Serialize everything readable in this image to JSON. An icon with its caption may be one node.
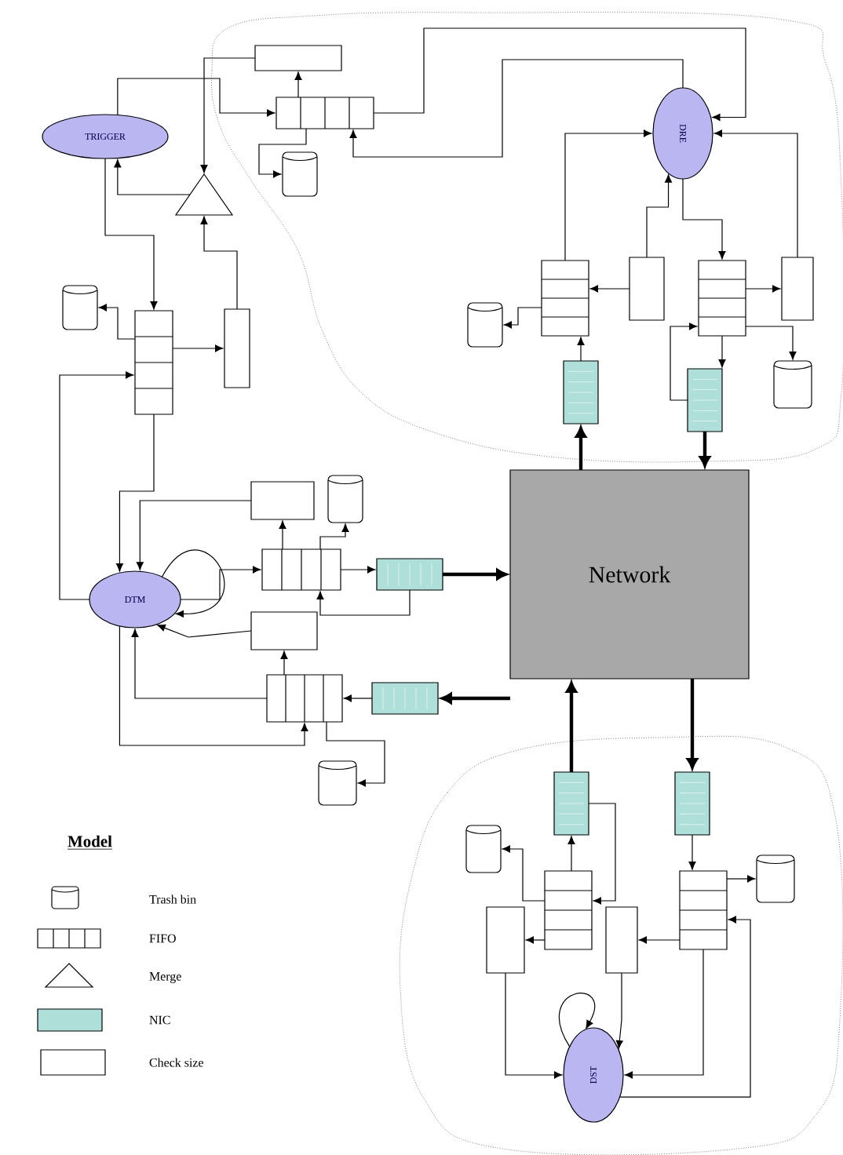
{
  "diagram": {
    "nodes": [
      {
        "text": [],
        "shape": "cloud"
      },
      {
        "text": [
          "TRIGGER"
        ]
      },
      {
        "text": [],
        "shape": "box",
        "in": 0
      },
      {
        "text": [],
        "shape": "box",
        "in": 0
      },
      {
        "text": [],
        "shape": "cylinder",
        "in": 0
      },
      {
        "text": [],
        "shape": "triangle"
      },
      {
        "text": [
          "DRE"
        ],
        "in": 0
      },
      {
        "text": [],
        "shape": "box",
        "in": 0
      },
      {
        "text": [],
        "shape": "box",
        "in": 0
      },
      {
        "text": [],
        "shape": "box",
        "in": 0
      },
      {
        "text": [],
        "shape": "box",
        "in": 0
      },
      {
        "text": [],
        "shape": "cylinder",
        "in": 0
      },
      {
        "text": [],
        "shape": "cylinder",
        "in": 0
      },
      {
        "text": [],
        "shape": "box",
        "in": 0
      },
      {
        "text": [],
        "shape": "box",
        "in": 0
      },
      {
        "text": [
          "Network"
        ]
      },
      {
        "text": [],
        "shape": "cylinder"
      },
      {
        "text": [],
        "shape": "box"
      },
      {
        "text": [],
        "shape": "box"
      },
      {
        "text": [
          "DTM"
        ]
      },
      {
        "text": [],
        "shape": "box"
      },
      {
        "text": [],
        "shape": "cylinder"
      },
      {
        "text": [],
        "shape": "box"
      },
      {
        "text": [],
        "shape": "box"
      },
      {
        "text": [],
        "shape": "box"
      },
      {
        "text": [],
        "shape": "box"
      },
      {
        "text": [],
        "shape": "box"
      },
      {
        "text": [],
        "shape": "cylinder"
      },
      {
        "text": [],
        "shape": "cloud"
      },
      {
        "text": [],
        "shape": "box",
        "in": 28
      },
      {
        "text": [],
        "shape": "box",
        "in": 28
      },
      {
        "text": [],
        "shape": "cylinder",
        "in": 28
      },
      {
        "text": [],
        "shape": "cylinder",
        "in": 28
      },
      {
        "text": [],
        "shape": "box",
        "in": 28
      },
      {
        "text": [],
        "shape": "box",
        "in": 28
      },
      {
        "text": [],
        "shape": "box",
        "in": 28
      },
      {
        "text": [],
        "shape": "box",
        "in": 28
      },
      {
        "text": [
          "DST"
        ],
        "in": 28
      }
    ],
    "edges": [
      {
        "from": 2,
        "to": 5,
        "arrow": "to"
      },
      {
        "from": 5,
        "to": 1,
        "arrow": "to"
      },
      {
        "from": 1,
        "to": 3,
        "arrow": "to"
      },
      {
        "from": 3,
        "to": 2,
        "arrow": "to"
      },
      {
        "from": 3,
        "to": 4,
        "arrow": "to"
      },
      {
        "from": 3,
        "to": 6,
        "arrow": "to"
      },
      {
        "from": 6,
        "to": 3,
        "arrow": "to"
      },
      {
        "from": 7,
        "to": 6,
        "arrow": "to"
      },
      {
        "from": 8,
        "to": 6,
        "arrow": "to"
      },
      {
        "from": 10,
        "to": 6,
        "arrow": "to"
      },
      {
        "from": 6,
        "to": 9,
        "arrow": "to"
      },
      {
        "from": 8,
        "to": 7,
        "arrow": "to"
      },
      {
        "from": 9,
        "to": 10,
        "arrow": "to"
      },
      {
        "from": 7,
        "to": 11,
        "arrow": "to"
      },
      {
        "from": 9,
        "to": 12,
        "arrow": "to"
      },
      {
        "from": 13,
        "to": 7,
        "arrow": "to"
      },
      {
        "from": 9,
        "to": 14,
        "arrow": "to"
      },
      {
        "from": 14,
        "to": 9,
        "arrow": "to"
      },
      {
        "from": 15,
        "to": 13,
        "arrow": "to",
        "style": "thick"
      },
      {
        "from": 14,
        "to": 15,
        "arrow": "to",
        "style": "thick"
      },
      {
        "from": 1,
        "to": 17,
        "arrow": "to"
      },
      {
        "from": 17,
        "to": 16,
        "arrow": "to"
      },
      {
        "from": 17,
        "to": 18,
        "arrow": "to"
      },
      {
        "from": 18,
        "to": 5,
        "arrow": "to"
      },
      {
        "from": 19,
        "to": 17,
        "arrow": "to"
      },
      {
        "from": 17,
        "to": 19,
        "arrow": "to"
      },
      {
        "from": 20,
        "to": 19,
        "arrow": "to"
      },
      {
        "from": 19,
        "to": 19,
        "arrow": "to"
      },
      {
        "from": 19,
        "to": 22,
        "arrow": "to"
      },
      {
        "from": 22,
        "to": 20,
        "arrow": "to"
      },
      {
        "from": 22,
        "to": 21,
        "arrow": "to"
      },
      {
        "from": 22,
        "to": 23,
        "arrow": "to"
      },
      {
        "from": 23,
        "to": 22,
        "arrow": "to"
      },
      {
        "from": 23,
        "to": 15,
        "arrow": "to",
        "style": "thick"
      },
      {
        "from": 15,
        "to": 26,
        "arrow": "to",
        "style": "thick"
      },
      {
        "from": 26,
        "to": 25,
        "arrow": "to"
      },
      {
        "from": 24,
        "to": 19,
        "arrow": "to"
      },
      {
        "from": 25,
        "to": 24,
        "arrow": "to"
      },
      {
        "from": 25,
        "to": 19,
        "arrow": "to"
      },
      {
        "from": 19,
        "to": 25,
        "arrow": "to"
      },
      {
        "from": 25,
        "to": 27,
        "arrow": "to"
      },
      {
        "from": 29,
        "to": 15,
        "arrow": "to",
        "style": "thick"
      },
      {
        "from": 15,
        "to": 30,
        "arrow": "to",
        "style": "thick"
      },
      {
        "from": 33,
        "to": 29,
        "arrow": "to"
      },
      {
        "from": 29,
        "to": 33,
        "arrow": "to"
      },
      {
        "from": 33,
        "to": 31,
        "arrow": "to"
      },
      {
        "from": 33,
        "to": 35,
        "arrow": "to"
      },
      {
        "from": 30,
        "to": 34,
        "arrow": "to"
      },
      {
        "from": 34,
        "to": 32,
        "arrow": "to"
      },
      {
        "from": 34,
        "to": 36,
        "arrow": "to"
      },
      {
        "from": 35,
        "to": 37,
        "arrow": "to"
      },
      {
        "from": 36,
        "to": 37,
        "arrow": "to"
      },
      {
        "from": 34,
        "to": 37,
        "arrow": "to"
      },
      {
        "from": 37,
        "to": 34,
        "arrow": "to"
      },
      {
        "from": 37,
        "to": 37,
        "arrow": "to"
      }
    ],
    "labels": [
      "Model"
    ],
    "legend": [
      {
        "text": "Trash bin"
      },
      {
        "text": "FIFO"
      },
      {
        "text": "Merge"
      },
      {
        "text": "NIC",
        "color": "#aedfd9"
      },
      {
        "text": "Check size"
      }
    ]
  }
}
